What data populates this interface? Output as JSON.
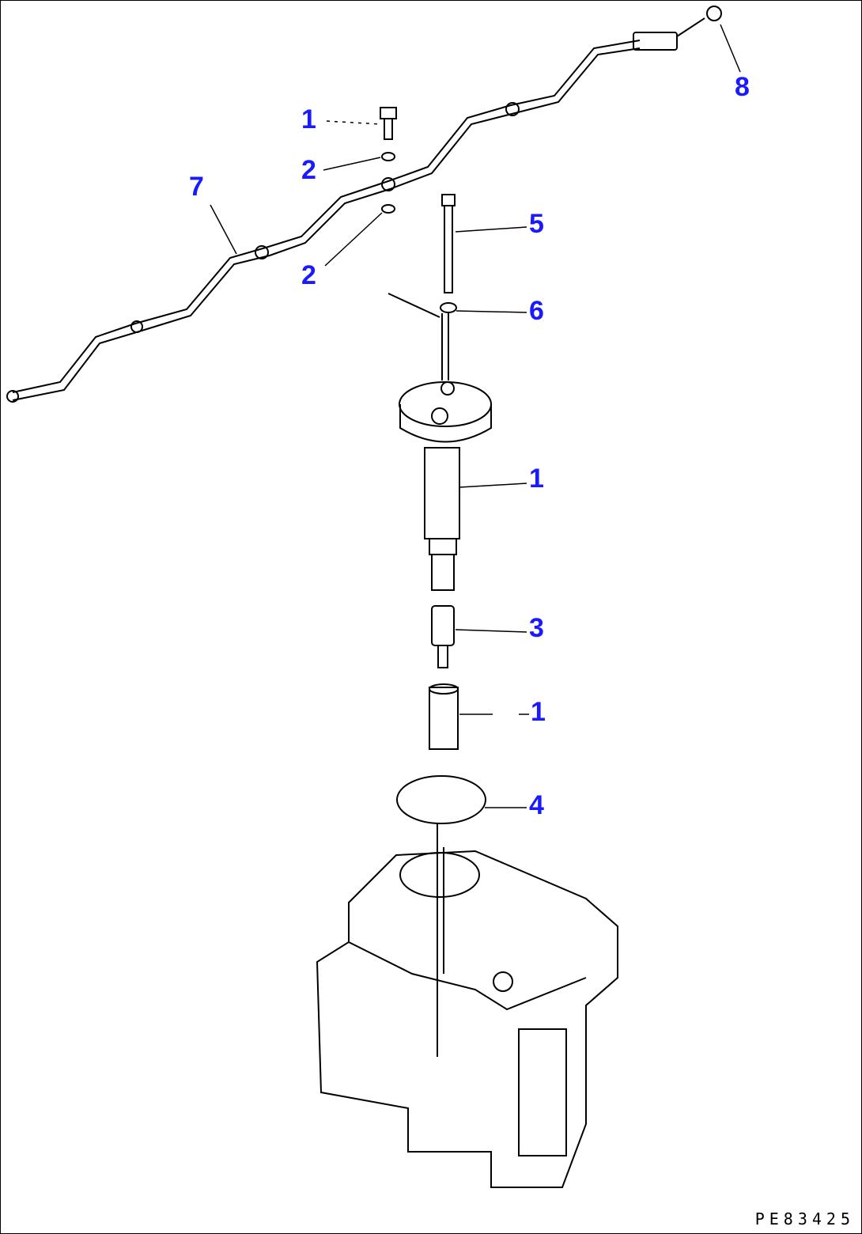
{
  "callouts": [
    {
      "id": "c1a",
      "text": "1"
    },
    {
      "id": "c2a",
      "text": "2"
    },
    {
      "id": "c2b",
      "text": "2"
    },
    {
      "id": "c7",
      "text": "7"
    },
    {
      "id": "c8",
      "text": "8"
    },
    {
      "id": "c5",
      "text": "5"
    },
    {
      "id": "c6",
      "text": "6"
    },
    {
      "id": "c1b",
      "text": "1"
    },
    {
      "id": "c3",
      "text": "3"
    },
    {
      "id": "c1c",
      "text": "1"
    },
    {
      "id": "c4",
      "text": "4"
    }
  ],
  "drawing_code": "PE83425",
  "colors": {
    "callout": "#1a1aff",
    "line": "#000000"
  }
}
